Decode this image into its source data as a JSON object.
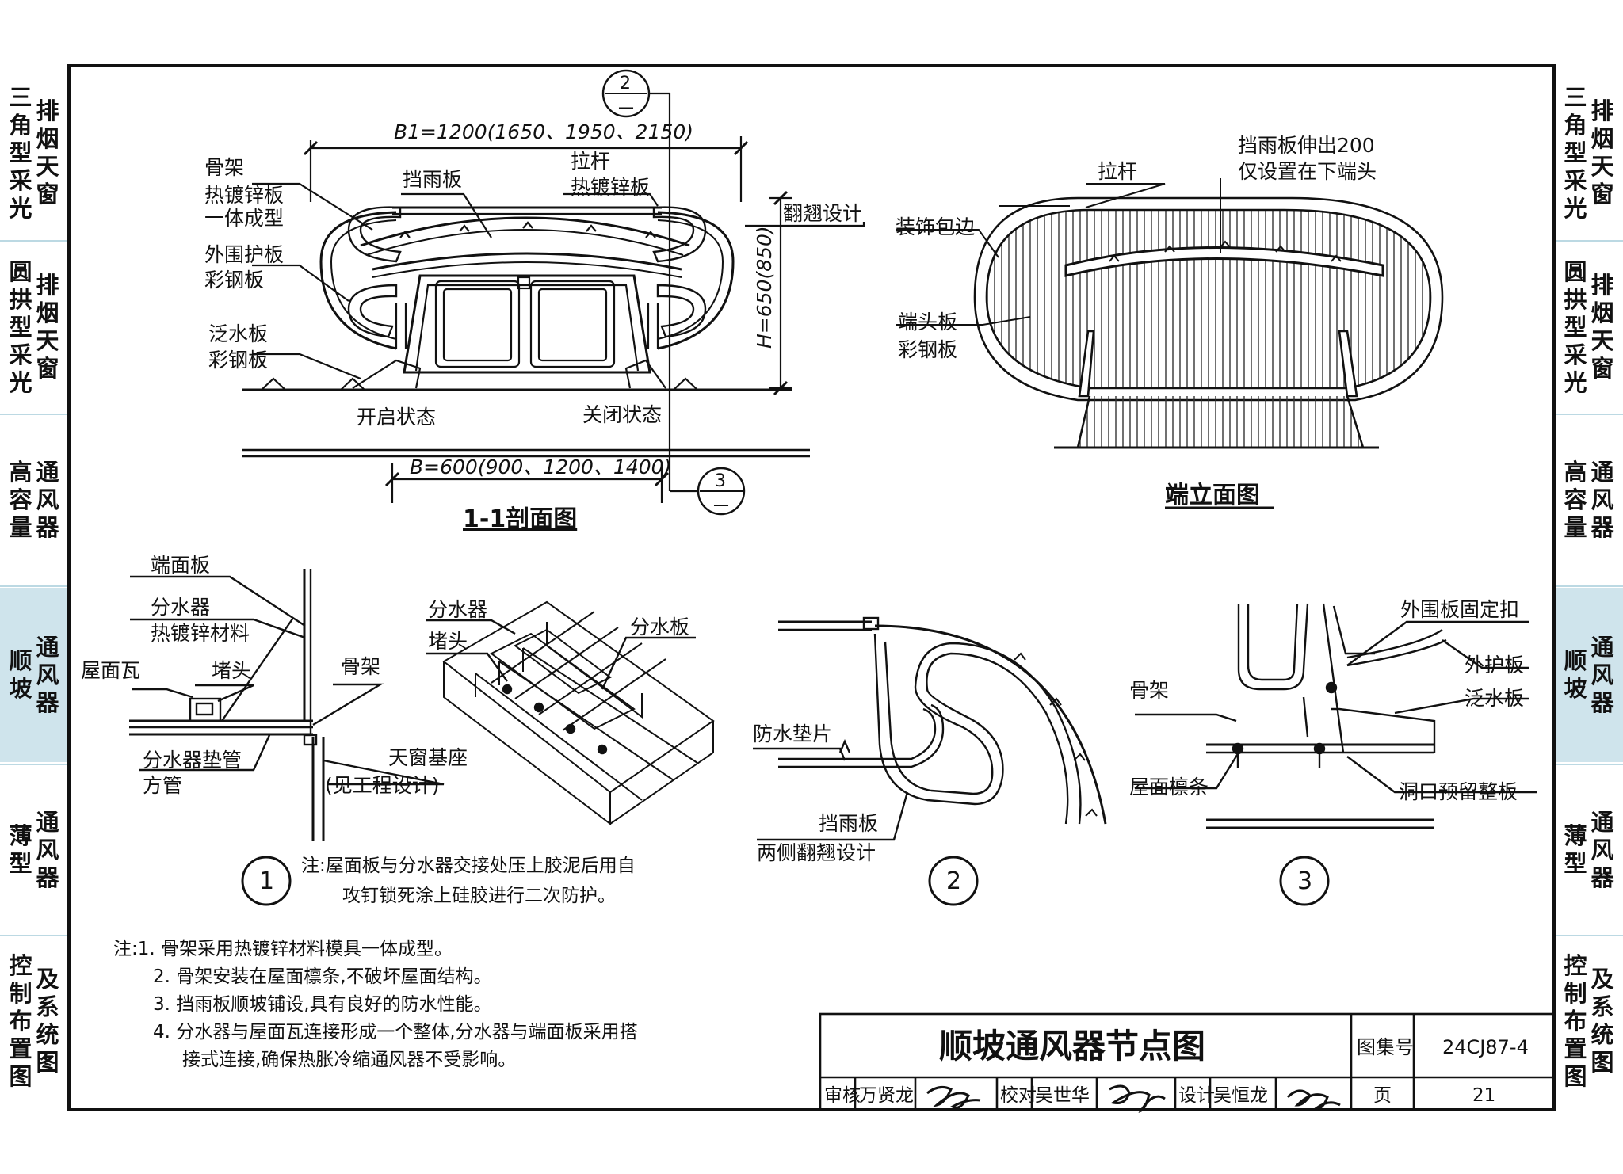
{
  "side_tabs": [
    {
      "col1": "三角型采光",
      "col2": "排烟天窗",
      "active": false
    },
    {
      "col1": "圆拱型采光",
      "col2": "排烟天窗",
      "active": false
    },
    {
      "col1": "高容量",
      "col2": "通风器",
      "active": false
    },
    {
      "col1": "顺坡",
      "col2": "通风器",
      "active": true
    },
    {
      "col1": "薄型",
      "col2": "通风器",
      "active": false
    },
    {
      "col1": "控制布置图",
      "col2": "及系统图",
      "active": false
    }
  ],
  "section_1_1": {
    "title": "1-1剖面图",
    "dim_b1": "B1=1200(1650、1950、2150)",
    "dim_b": "B=600(900、1200、1400)",
    "dim_h": "H=650(850)",
    "label_frame_1": "骨架",
    "label_frame_2": "热镀锌板",
    "label_frame_3": "一体成型",
    "label_rain": "挡雨板",
    "label_rod_1": "拉杆",
    "label_rod_2": "热镀锌板",
    "label_flip": "翻翘设计",
    "label_outer_1": "外围护板",
    "label_outer_2": "彩钢板",
    "label_flash_1": "泛水板",
    "label_flash_2": "彩钢板",
    "label_open": "开启状态",
    "label_closed": "关闭状态",
    "callout_2": "2",
    "callout_3": "3",
    "callout_dash": "—"
  },
  "end_elevation": {
    "title": "端立面图",
    "label_rod": "拉杆",
    "label_rain_1": "挡雨板伸出200",
    "label_rain_2": "仅设置在下端头",
    "label_trim": "装饰包边",
    "label_end_1": "端头板",
    "label_end_2": "彩钢板"
  },
  "detail_1": {
    "number": "1",
    "label_endpanel": "端面板",
    "label_div_1": "分水器",
    "label_div_2": "热镀锌材料",
    "label_tile": "屋面瓦",
    "label_plug": "堵头",
    "label_frame": "骨架",
    "label_pad_1": "分水器垫管",
    "label_pad_2": "方管",
    "label_base_1": "天窗基座",
    "label_base_2": "(见工程设计)",
    "label_div_3d": "分水器",
    "label_plug_3d": "堵头",
    "label_divplate": "分水板",
    "note_1": "注:屋面板与分水器交接处压上胶泥后用自",
    "note_2": "攻钉锁死涂上硅胶进行二次防护。"
  },
  "detail_2": {
    "number": "2",
    "label_gasket": "防水垫片",
    "label_rain_1": "挡雨板",
    "label_rain_2": "两侧翻翘设计"
  },
  "detail_3": {
    "number": "3",
    "label_clip": "外围板固定扣",
    "label_outer": "外护板",
    "label_frame": "骨架",
    "label_flash": "泛水板",
    "label_purlin": "屋面檩条",
    "label_plate": "洞口预留整板"
  },
  "notes": [
    "注:1. 骨架采用热镀锌材料模具一体成型。",
    "2. 骨架安装在屋面檩条,不破坏屋面结构。",
    "3. 挡雨板顺坡铺设,具有良好的防水性能。",
    "4. 分水器与屋面瓦连接形成一个整体,分水器与端面板采用搭",
    "接式连接,确保热胀冷缩通风器不受影响。"
  ],
  "title_block": {
    "title": "顺坡通风器节点图",
    "atlas_label": "图集号",
    "atlas_no": "24CJ87-4",
    "review_label": "审核",
    "reviewer": "万贤龙",
    "check_label": "校对",
    "checker": "吴世华",
    "design_label": "设计",
    "designer": "吴恒龙",
    "page_label": "页",
    "page_no": "21"
  }
}
